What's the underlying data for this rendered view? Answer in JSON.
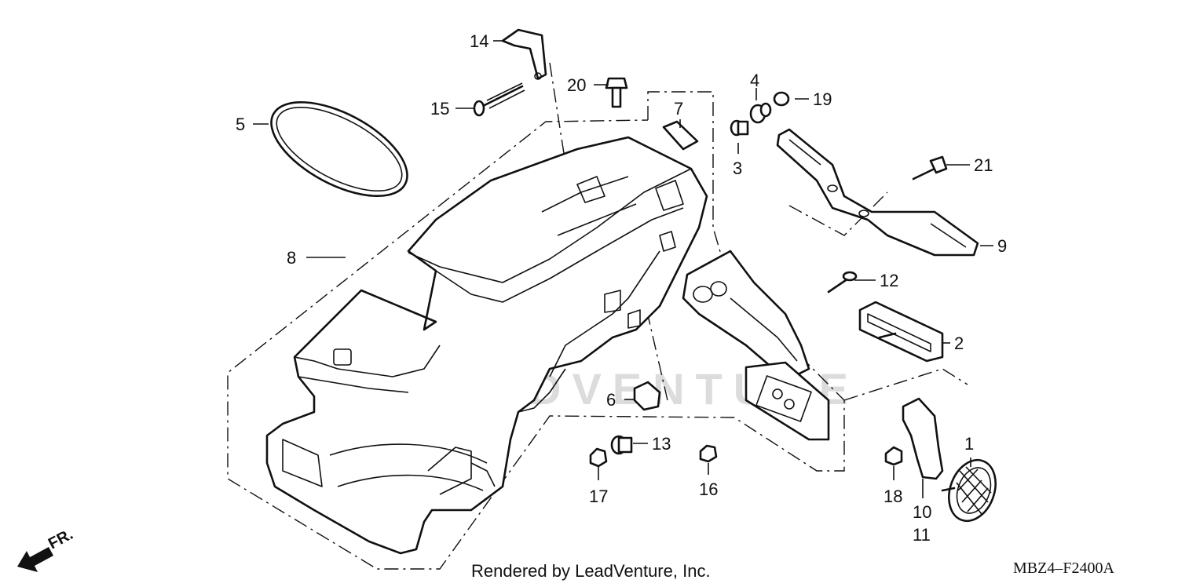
{
  "diagram": {
    "watermark": "LEADVENTURE",
    "credit": "Rendered by LeadVenture, Inc.",
    "drawing_code": "MBZ4–F2400A",
    "direction_label": "FR.",
    "callouts": [
      {
        "id": "c1",
        "label": "1"
      },
      {
        "id": "c2",
        "label": "2"
      },
      {
        "id": "c3",
        "label": "3"
      },
      {
        "id": "c4",
        "label": "4"
      },
      {
        "id": "c5",
        "label": "5"
      },
      {
        "id": "c6",
        "label": "6"
      },
      {
        "id": "c7",
        "label": "7"
      },
      {
        "id": "c8",
        "label": "8"
      },
      {
        "id": "c9",
        "label": "9"
      },
      {
        "id": "c10",
        "label": "10"
      },
      {
        "id": "c11",
        "label": "11"
      },
      {
        "id": "c12",
        "label": "12"
      },
      {
        "id": "c13",
        "label": "13"
      },
      {
        "id": "c14",
        "label": "14"
      },
      {
        "id": "c15",
        "label": "15"
      },
      {
        "id": "c16",
        "label": "16"
      },
      {
        "id": "c17",
        "label": "17"
      },
      {
        "id": "c18",
        "label": "18"
      },
      {
        "id": "c19",
        "label": "19"
      },
      {
        "id": "c20",
        "label": "20"
      },
      {
        "id": "c21",
        "label": "21"
      }
    ]
  }
}
